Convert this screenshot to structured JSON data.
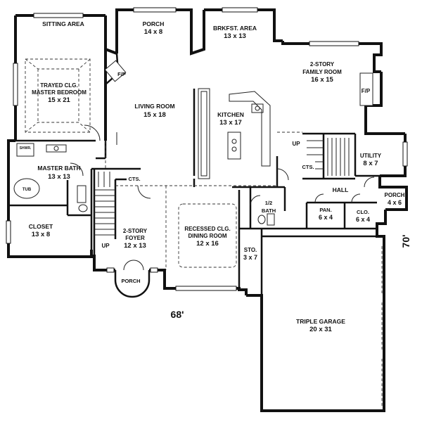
{
  "rooms": {
    "sitting": {
      "name": "SITTING AREA"
    },
    "porch_rear": {
      "name": "PORCH",
      "size": "14 x 8"
    },
    "brkfst": {
      "name": "BRKFST. AREA",
      "size": "13 x 13"
    },
    "family": {
      "line1": "2-STORY",
      "line2": "FAMILY ROOM",
      "size": "16 x 15"
    },
    "fp_family": {
      "name": "F/P"
    },
    "master_bed": {
      "line1": "TRAYED CLG.",
      "line2": "MASTER BEDROOM",
      "size": "15 x 21"
    },
    "fp_living": {
      "name": "F/P"
    },
    "living": {
      "name": "LIVING ROOM",
      "size": "15 x 18"
    },
    "kitchen": {
      "name": "KITCHEN",
      "size": "13 x 17"
    },
    "master_bath": {
      "name": "MASTER BATH",
      "size": "13 x 13"
    },
    "tub": {
      "name": "TUB"
    },
    "shower": {
      "name": "SHWR."
    },
    "cts_foyer": {
      "name": "CTS."
    },
    "cts_hall": {
      "name": "CTS."
    },
    "utility": {
      "name": "UTILITY",
      "size": "8 x 7"
    },
    "hall": {
      "name": "HALL"
    },
    "porch_side": {
      "name": "PORCH",
      "size": "4 x 6"
    },
    "closet": {
      "name": "CLOSET",
      "size": "13 x 8"
    },
    "half_bath": {
      "line1": "1/2",
      "line2": "BATH"
    },
    "pan": {
      "name": "PAN.",
      "size": "6 x 4"
    },
    "clo": {
      "name": "CLO.",
      "size": "6 x 4"
    },
    "foyer": {
      "line1": "2-STORY",
      "line2": "FOYER",
      "size": "12 x 13"
    },
    "dining": {
      "line1": "RECESSED CLG.",
      "line2": "DINING ROOM",
      "size": "12 x 16"
    },
    "sto": {
      "name": "STO.",
      "size": "3 x 7"
    },
    "porch_front": {
      "name": "PORCH"
    },
    "garage": {
      "name": "TRIPLE GARAGE",
      "size": "20 x 31"
    }
  },
  "stairs": {
    "up_foyer": "UP",
    "up_family": "UP"
  },
  "dimensions": {
    "width": "68'",
    "depth": "70'"
  }
}
